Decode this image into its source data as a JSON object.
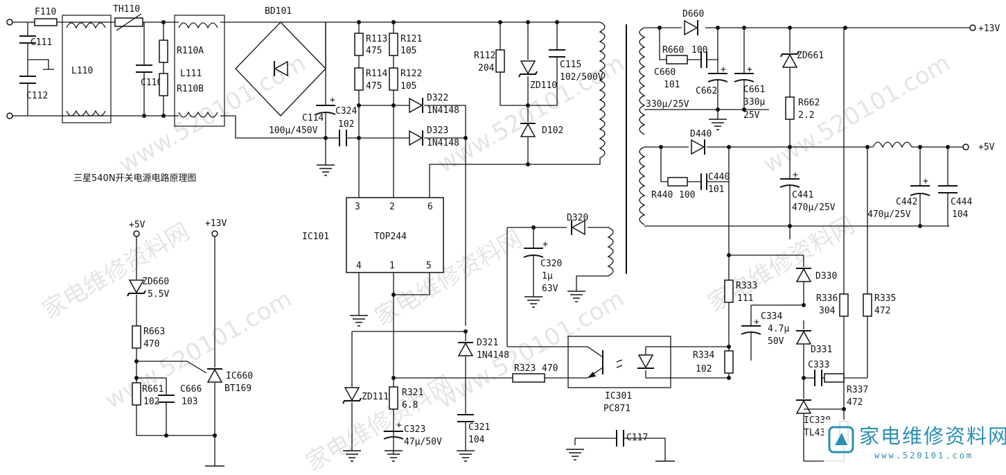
{
  "title": "三星540N开关电源电路原理图",
  "watermark": {
    "site": "www.520101.com",
    "cn": "家电维修资料网",
    "brand_name": "家电维修资料网",
    "brand_url": "www.520101.com"
  },
  "colors": {
    "line": "#111111",
    "watermark": "#cfcfcf",
    "brand": "#2b8fb3"
  },
  "rails": {
    "v13": "+13V",
    "v5": "+5V"
  },
  "components": {
    "F110": "F110",
    "C111": "C111",
    "C112": "C112",
    "L110": "L110",
    "TH110": "TH110",
    "C110": "C110",
    "R110A": "R110A",
    "R110B": "R110B",
    "L111": "L111",
    "BD101": "BD101",
    "C114": "C114",
    "C114_val": "100μ/450V",
    "C324": "C324",
    "C324_val": "102",
    "R113": "R113",
    "R113_val": "475",
    "R114": "R114",
    "R114_val": "475",
    "R121": "R121",
    "R121_val": "105",
    "R122": "R122",
    "R122_val": "105",
    "D322": "D322",
    "D322_val": "1N4148",
    "D323": "D323",
    "D323_val": "1N4148",
    "R112": "R112",
    "R112_val": "204",
    "ZD110": "ZD110",
    "C115": "C115",
    "C115_val": "102/500V",
    "D102": "D102",
    "IC101": "IC101",
    "TOP244": "TOP244",
    "pin3": "3",
    "pin2": "2",
    "pin6": "6",
    "pin4": "4",
    "pin1": "1",
    "pin5": "5",
    "D321": "D321",
    "D321_val": "1N4148",
    "ZD111": "ZD111",
    "R321": "R321",
    "R321_val": "6.8",
    "C323": "C323",
    "C323_val": "47μ/50V",
    "C321": "C321",
    "C321_val": "104",
    "R323": "R323",
    "R323_val": "470",
    "D320": "D320",
    "C320": "C320",
    "C320_val1": "1μ",
    "C320_val2": "63V",
    "IC301": "IC301",
    "PC871": "PC871",
    "C117": "C117",
    "D660": "D660",
    "R660": "R660",
    "R660_val": "100",
    "C660": "C660",
    "C660_val": "101",
    "C662": "C662",
    "C662_val": "330μ/25V",
    "C661": "C661",
    "C661_val1": "330μ",
    "C661_val2": "25V",
    "ZD661": "ZD661",
    "R662": "R662",
    "R662_val": "2.2",
    "D440": "D440",
    "R440": "R440",
    "R440_val": "100",
    "C440": "C440",
    "C440_val": "101",
    "C441": "C441",
    "C441_val": "470μ/25V",
    "C442": "C442",
    "C442_val": "470μ/25V",
    "C444": "C444",
    "C444_val": "104",
    "R333": "R333",
    "R333_val": "111",
    "D330": "D330",
    "C334": "C334",
    "C334_val1": "4.7μ",
    "C334_val2": "50V",
    "R334": "R334",
    "R334_val": "102",
    "R336": "R336",
    "R336_val": "304",
    "R335": "R335",
    "R335_val": "472",
    "D331": "D331",
    "C333": "C333",
    "R337": "R337",
    "R337_val": "472",
    "IC330": "IC330",
    "TL431": "TL431",
    "ZD660": "ZD660",
    "ZD660_val": "5.5V",
    "R663": "R663",
    "R663_val": "470",
    "R661": "R661",
    "R661_val": "102",
    "C666": "C666",
    "C666_val": "103",
    "IC660": "IC660",
    "BT169": "BT169"
  }
}
